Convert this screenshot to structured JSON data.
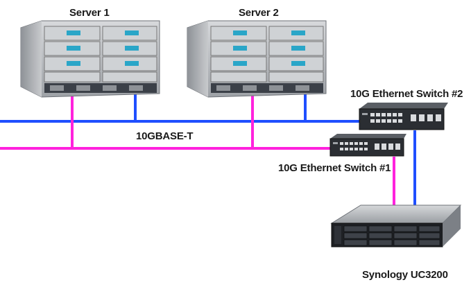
{
  "labels": {
    "server1": "Server 1",
    "server2": "Server 2",
    "switch2": "10G Ethernet Switch #2",
    "cable_type": "10GBASE-T",
    "switch1": "10G Ethernet Switch #1",
    "nas": "Synology UC3200"
  },
  "colors": {
    "blue_network": "#1f4fff",
    "magenta_network": "#ff22dd",
    "chassis_silver": "#b9bcc0",
    "chassis_dark": "#3b4048",
    "bezel_accent": "#2aa6c8",
    "switch_body": "#2b2e33",
    "nas_body": "#1e2024"
  },
  "icons": {
    "server1": "blade-server-chassis-icon",
    "server2": "blade-server-chassis-icon",
    "switch1": "network-switch-icon",
    "switch2": "network-switch-icon",
    "nas": "rackmount-nas-icon"
  }
}
